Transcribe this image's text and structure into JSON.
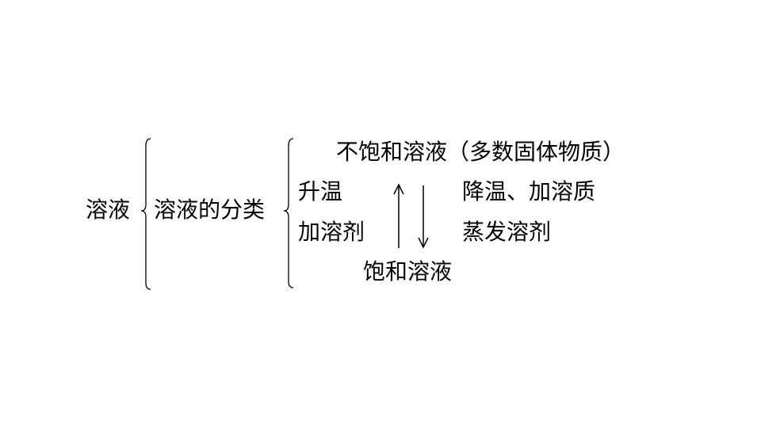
{
  "diagram": {
    "root_label": "溶液",
    "classification_label": "溶液的分类",
    "top_state": "不饱和溶液（多数固体物质）",
    "bottom_state": "饱和溶液",
    "left_condition_line1": "升温",
    "left_condition_line2": "加溶剂",
    "right_condition_line1": "降温、加溶质",
    "right_condition_line2": "蒸发溶剂",
    "up_arrow_icon": "arrow-up-icon",
    "down_arrow_icon": "arrow-down-icon",
    "text_color": "#000000",
    "background_color": "#ffffff"
  }
}
